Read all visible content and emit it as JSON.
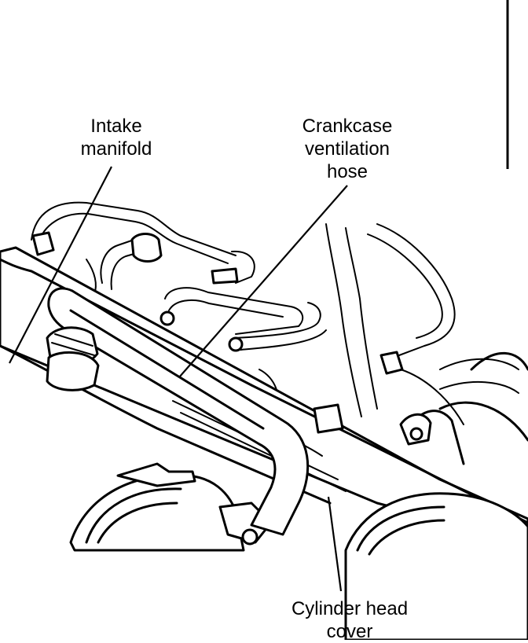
{
  "labels": {
    "intake_manifold": [
      "Intake",
      "manifold"
    ],
    "crankcase_hose": [
      "Crankcase",
      "ventilation",
      "hose"
    ],
    "cylinder_head_cover": [
      "Cylinder head",
      "cover"
    ]
  },
  "colors": {
    "ink": "#000000",
    "paper": "#ffffff"
  }
}
